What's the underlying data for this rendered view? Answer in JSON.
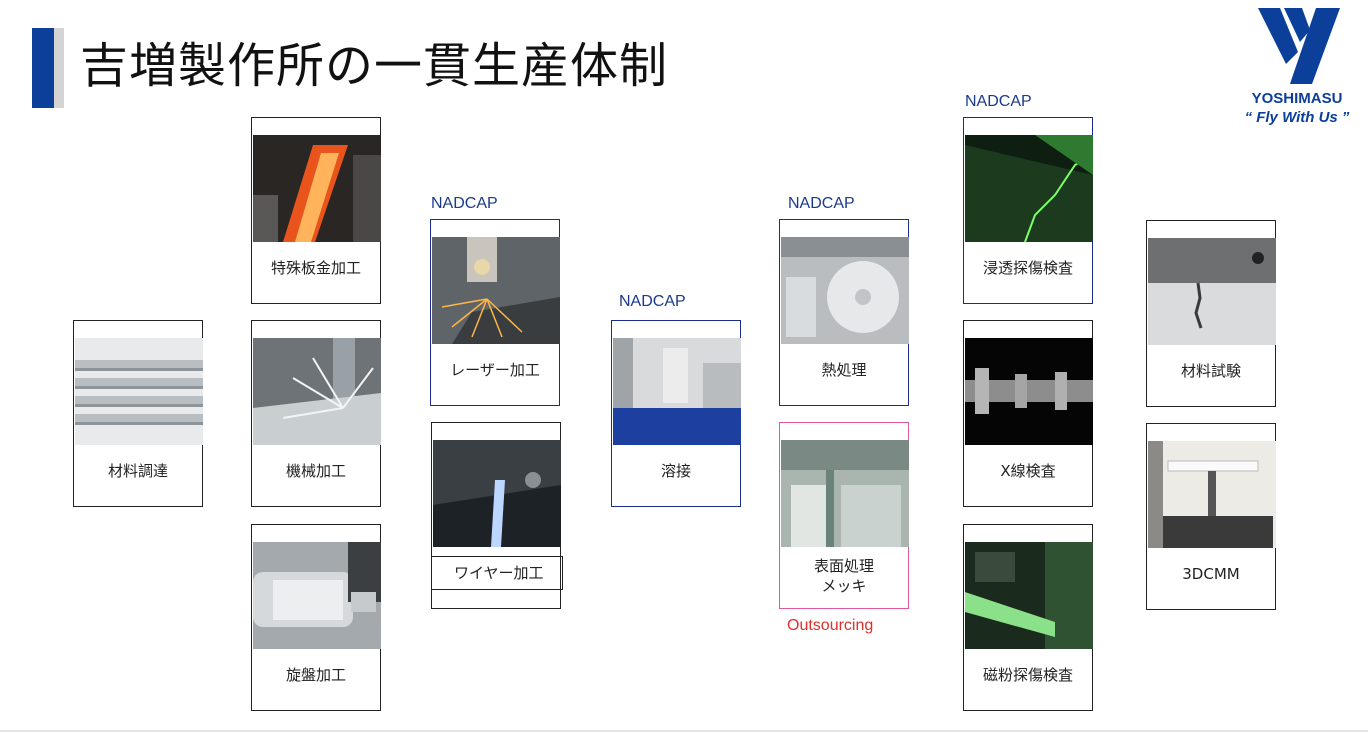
{
  "title": "吉増製作所の一貫生産体制",
  "logo": {
    "brand": "YOSHIMASU",
    "slogan": "“ Fly With Us ”"
  },
  "tags": {
    "nadcap": "NADCAP",
    "outsourcing": "Outsourcing"
  },
  "cards": {
    "material_procurement": "材料調達",
    "sheet_metal": "特殊板金加工",
    "machining": "機械加工",
    "lathe": "旋盤加工",
    "laser": "レーザー加工",
    "wire": "ワイヤー加工",
    "welding": "溶接",
    "heat_treatment": "熱処理",
    "surface_line1": "表面処理",
    "surface_line2": "メッキ",
    "penetrant": "浸透探傷検査",
    "xray": "X線検査",
    "magnetic": "磁粉探傷検査",
    "material_test": "材料試験",
    "cmm": "3DCMM"
  },
  "colors": {
    "brand_blue": "#0c3f9a",
    "nadcap_blue": "#1a3a8a",
    "outsourcing_red": "#e0302a",
    "pink_border": "#e0589a"
  }
}
